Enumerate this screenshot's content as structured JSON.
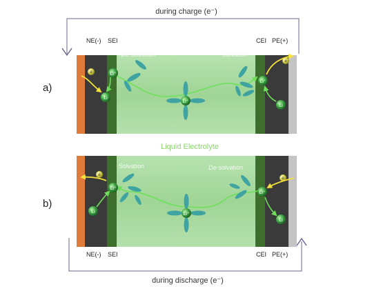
{
  "top_label": "during charge (e⁻)",
  "bottom_label": "during discharge (e⁻)",
  "middle_label": "Liquid Electrolyte",
  "panels": [
    {
      "letter": "a)",
      "ne_label": "NE(-)",
      "sei_label": "SEI",
      "cei_label": "CEI",
      "pe_label": "PE(+)",
      "left_process": "De-solvation",
      "right_process": "Solvation"
    },
    {
      "letter": "b)",
      "ne_label": "NE(-)",
      "sei_label": "SEI",
      "cei_label": "CEI",
      "pe_label": "PE(+)",
      "left_process": "Solvation",
      "right_process": "De-solvation"
    }
  ],
  "ion_labels": {
    "li_plus": "Li⁺",
    "li": "Li",
    "electron": "e"
  },
  "colors": {
    "electrolyte": "#a8d8a0",
    "sei_layer": "#3d6e2e",
    "dark_electrode": "#3a3a3a",
    "negative_collector": "#e07a3a",
    "positive_collector": "#c4c4c4",
    "solvent": "#3ea3a1",
    "li_ion": "#2e8b3a",
    "electron": "#c8d23a",
    "arrow_yellow": "#f4e23a",
    "arrow_green": "#6de05a",
    "text_green": "#8cd26e",
    "frame_arrow": "#5a5a8a"
  }
}
